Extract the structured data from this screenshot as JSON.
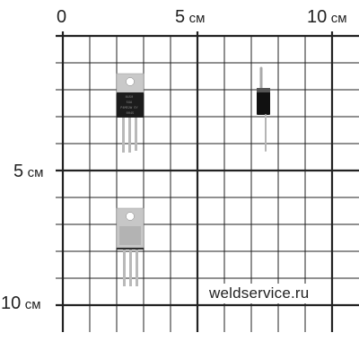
{
  "ruler": {
    "x_labels": [
      {
        "num": "0",
        "unit": ""
      },
      {
        "num": "5",
        "unit": "см"
      },
      {
        "num": "10",
        "unit": "см"
      }
    ],
    "y_labels": [
      {
        "num": "5",
        "unit": "см"
      },
      {
        "num": "10",
        "unit": "см"
      }
    ]
  },
  "watermark": "weldservice.ru",
  "components": [
    {
      "kind": "transistor-to220",
      "marking": [
        "8150",
        "5GA",
        "P4ME2W SY",
        "0045"
      ]
    },
    {
      "kind": "diode-axial"
    },
    {
      "kind": "transistor-to220"
    }
  ],
  "colors": {
    "grid": "#222222",
    "tab": "#c7c7c7",
    "body": "#1c1c1c",
    "lead": "#b9b9b9"
  }
}
